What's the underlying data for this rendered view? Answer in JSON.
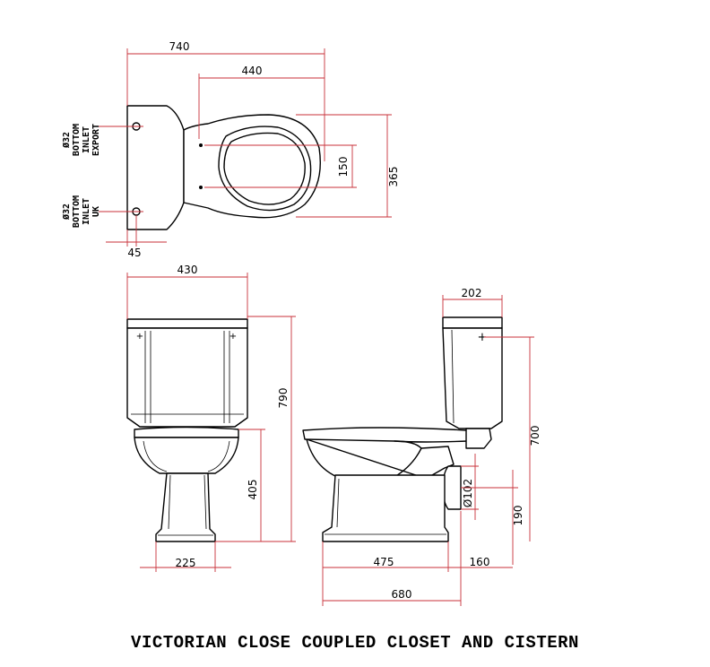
{
  "title": "VICTORIAN CLOSE COUPLED CLOSET AND CISTERN",
  "dimensions": {
    "top_overall": "740",
    "top_bowl": "440",
    "top_fix_spacing": "150",
    "top_width": "365",
    "top_offset": "45",
    "front_cistern_width": "430",
    "front_height": "790",
    "front_seat_height": "405",
    "front_pedestal": "225",
    "side_cistern_depth": "202",
    "side_cistern_height": "700",
    "side_outlet": "Ø102",
    "side_outlet_height": "190",
    "side_projection": "475",
    "side_back": "160",
    "side_overall": "680"
  },
  "notes": {
    "inlet_export": [
      "Ø32",
      "BOTTOM",
      "INLET",
      "EXPORT"
    ],
    "inlet_uk": [
      "Ø32",
      "BOTTOM",
      "INLET",
      "UK"
    ]
  }
}
